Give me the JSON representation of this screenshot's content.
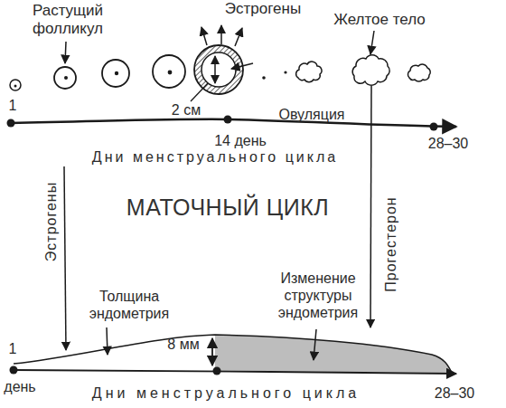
{
  "diagram": {
    "title": "МАТОЧНЫЙ ЦИКЛ",
    "labels": [
      "Растущий фолликул",
      "Эстрогены",
      "Желтое тело",
      "2 см",
      "Овуляция",
      "1",
      "14 день",
      "28–30",
      "Дни менструального цикла",
      "Эстрогены",
      "Прогестерон",
      "Толщина эндометрия",
      "Изменение структуры эндометрия",
      "8 мм",
      "1",
      "день",
      "Дни менструального цикла",
      "28–30"
    ]
  }
}
